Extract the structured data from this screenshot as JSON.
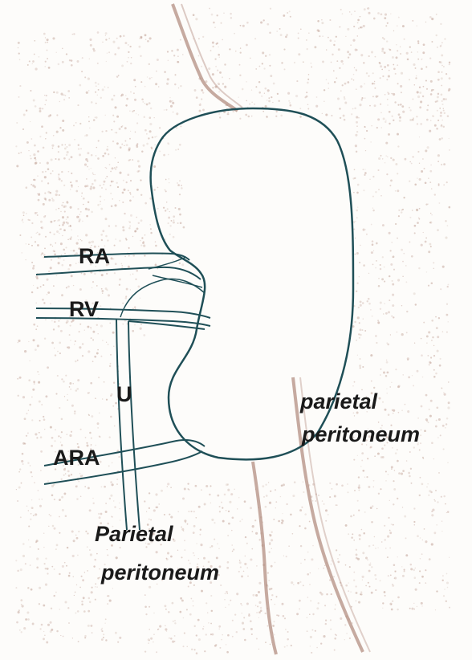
{
  "labels": {
    "ra": "RA",
    "rv": "RV",
    "u": "U",
    "ara": "ARA",
    "parietal_right_line1": "parietal",
    "parietal_right_line2": "peritoneum",
    "parietal_bottom_line1": "Parietal",
    "parietal_bottom_line2": "peritoneum"
  },
  "colors": {
    "outline": "#1f4f57",
    "fat_stipple": "#c9ada3",
    "peritoneum_band": "#b38f82",
    "label": "#1a1a1a",
    "paper": "#fdfcfa"
  }
}
